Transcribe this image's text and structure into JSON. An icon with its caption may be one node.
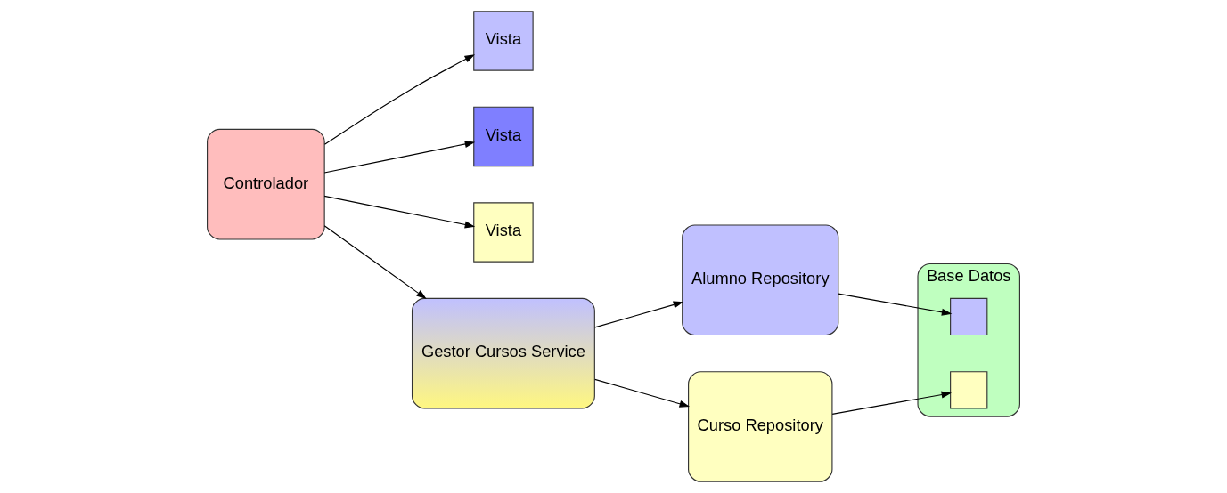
{
  "diagram": {
    "nodes": [
      {
        "text": [
          "Controlador"
        ]
      },
      {
        "text": [
          "Vista"
        ]
      },
      {
        "text": [
          "Vista"
        ]
      },
      {
        "text": [
          "Vista"
        ]
      },
      {
        "text": [
          "Gestor Cursos Service"
        ]
      },
      {
        "text": [
          "Alumno Repository"
        ]
      },
      {
        "text": [
          "Curso Repository"
        ]
      },
      {
        "text": [
          "Base Datos"
        ]
      },
      {
        "text": [],
        "shape": "box",
        "in": 7
      },
      {
        "text": [],
        "shape": "box",
        "in": 7
      }
    ],
    "edges": [
      {
        "from": 0,
        "to": 4,
        "arrow": "to"
      },
      {
        "from": 0,
        "to": 1,
        "arrow": "to"
      },
      {
        "from": 0,
        "to": 2,
        "arrow": "to"
      },
      {
        "from": 0,
        "to": 3,
        "arrow": "to"
      },
      {
        "from": 4,
        "to": 5,
        "arrow": "to"
      },
      {
        "from": 4,
        "to": 6,
        "arrow": "to"
      },
      {
        "from": 5,
        "to": 8,
        "arrow": "to"
      },
      {
        "from": 6,
        "to": 9,
        "arrow": "to"
      }
    ]
  }
}
